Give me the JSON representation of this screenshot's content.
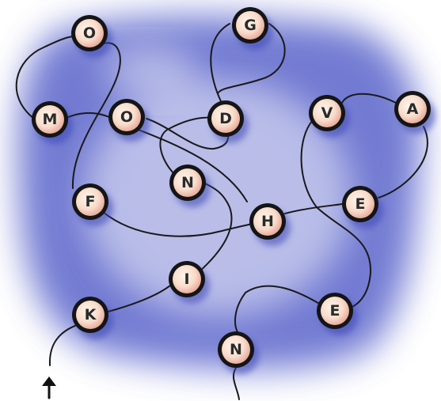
{
  "puzzle": {
    "start_marker": "up-arrow-icon",
    "colors": {
      "blob": "#4a55c8",
      "bead_rim": "#151515",
      "bead_fill": "#f8dccb",
      "bead_glow": "#e9a89a",
      "string": "#1a1a1a"
    },
    "beads": [
      {
        "id": "o1",
        "letter": "O"
      },
      {
        "id": "g",
        "letter": "G"
      },
      {
        "id": "m",
        "letter": "M"
      },
      {
        "id": "o2",
        "letter": "O"
      },
      {
        "id": "d",
        "letter": "D"
      },
      {
        "id": "v",
        "letter": "V"
      },
      {
        "id": "a",
        "letter": "A"
      },
      {
        "id": "n1",
        "letter": "N"
      },
      {
        "id": "f",
        "letter": "F"
      },
      {
        "id": "h",
        "letter": "H"
      },
      {
        "id": "e1",
        "letter": "E"
      },
      {
        "id": "i",
        "letter": "I"
      },
      {
        "id": "k",
        "letter": "K"
      },
      {
        "id": "e2",
        "letter": "E"
      },
      {
        "id": "n2",
        "letter": "N"
      }
    ]
  }
}
